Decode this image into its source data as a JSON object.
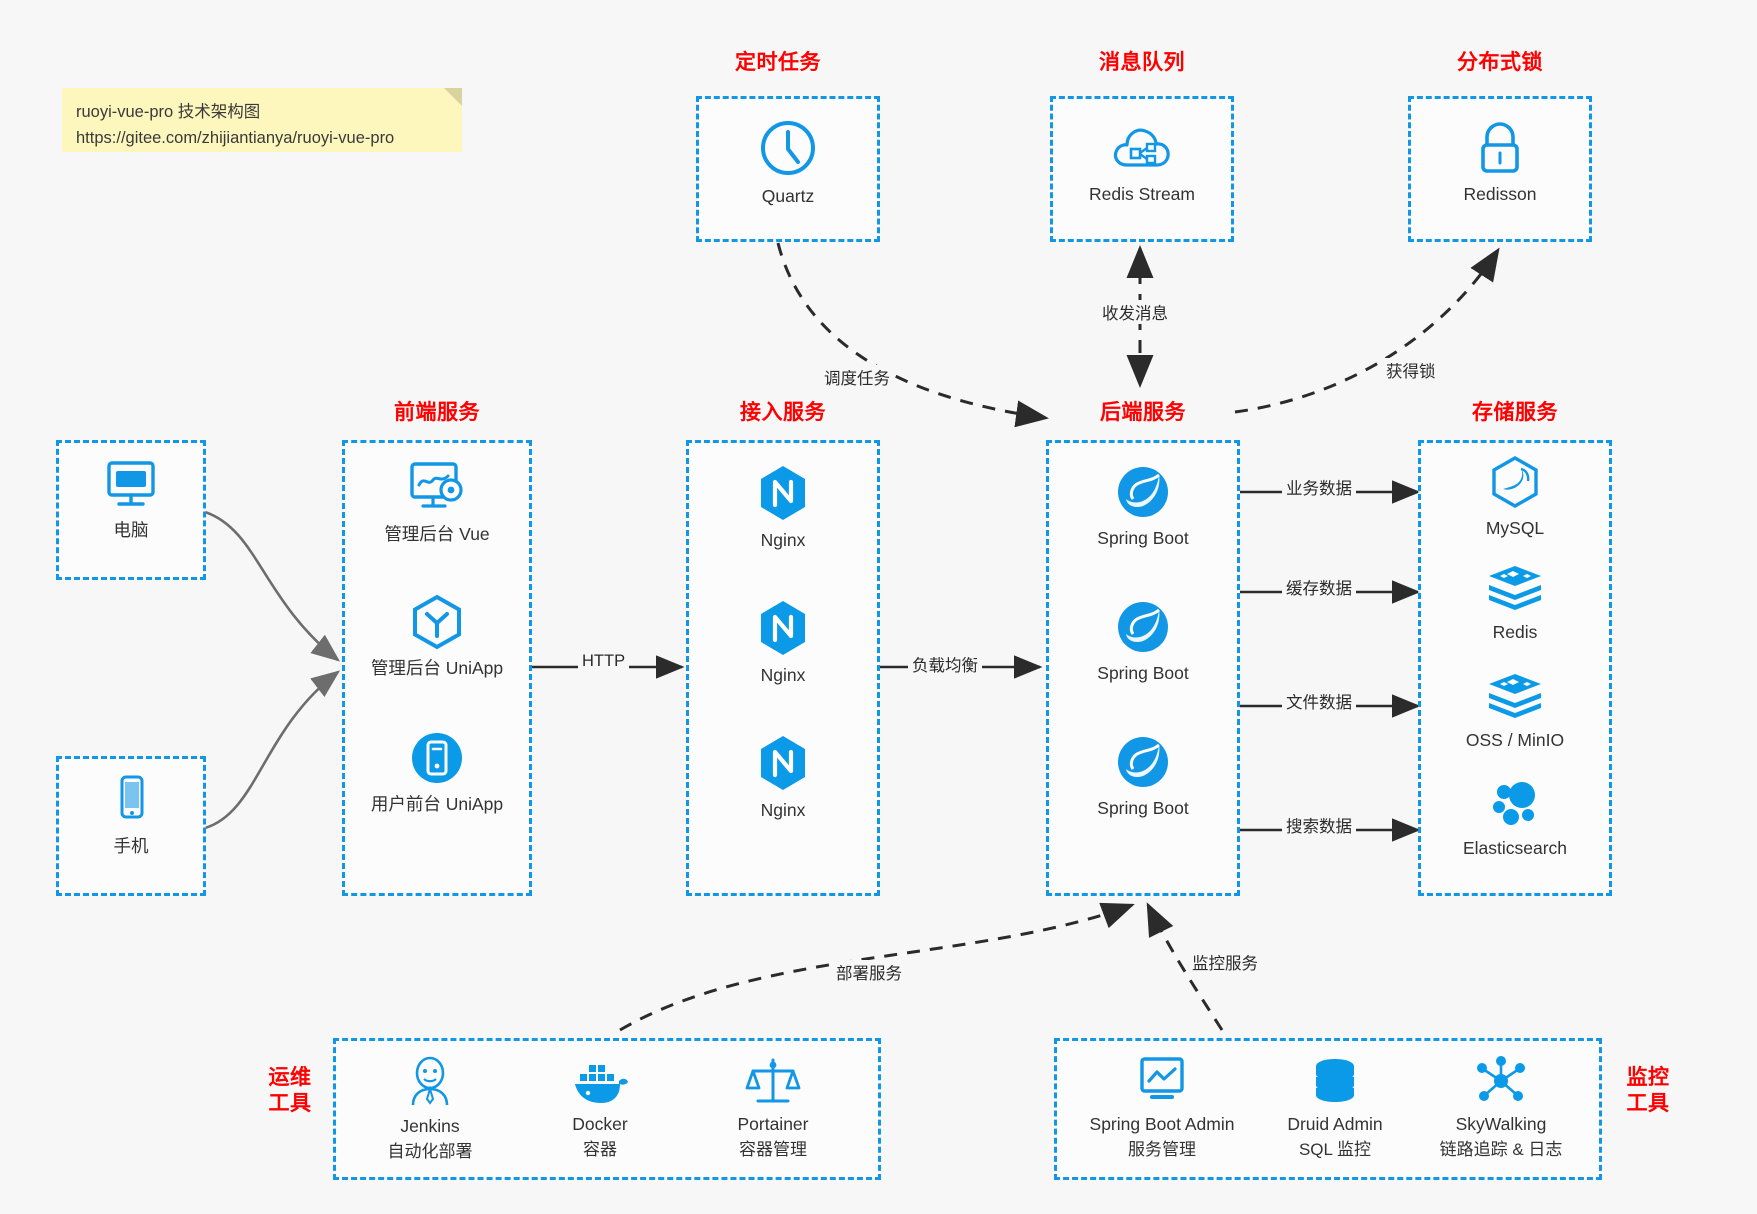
{
  "note": {
    "line1": "ruoyi-vue-pro 技术架构图",
    "line2": "https://gitee.com/zhijiantianya/ruoyi-vue-pro"
  },
  "groups": {
    "scheduler": {
      "title": "定时任务"
    },
    "mq": {
      "title": "消息队列"
    },
    "lock": {
      "title": "分布式锁"
    },
    "frontend": {
      "title": "前端服务"
    },
    "gateway": {
      "title": "接入服务"
    },
    "backend": {
      "title": "后端服务"
    },
    "storage": {
      "title": "存储服务"
    },
    "devops": {
      "title_line1": "运维",
      "title_line2": "工具"
    },
    "monitor": {
      "title_line1": "监控",
      "title_line2": "工具"
    }
  },
  "clients": [
    {
      "label": "电脑",
      "icon": "desktop-icon"
    },
    {
      "label": "手机",
      "icon": "mobile-icon"
    }
  ],
  "scheduler_nodes": [
    {
      "label": "Quartz",
      "icon": "clock-icon"
    }
  ],
  "mq_nodes": [
    {
      "label": "Redis Stream",
      "icon": "cloud-stream-icon"
    }
  ],
  "lock_nodes": [
    {
      "label": "Redisson",
      "icon": "padlock-icon"
    }
  ],
  "frontend_nodes": [
    {
      "label": "管理后台 Vue",
      "icon": "dashboard-gear-icon"
    },
    {
      "label": "管理后台 UniApp",
      "icon": "hexagon-cube-icon"
    },
    {
      "label": "用户前台 UniApp",
      "icon": "phone-circle-icon"
    }
  ],
  "gateway_nodes": [
    {
      "label": "Nginx",
      "icon": "nginx-icon"
    },
    {
      "label": "Nginx",
      "icon": "nginx-icon"
    },
    {
      "label": "Nginx",
      "icon": "nginx-icon"
    }
  ],
  "backend_nodes": [
    {
      "label": "Spring Boot",
      "icon": "spring-leaf-icon"
    },
    {
      "label": "Spring Boot",
      "icon": "spring-leaf-icon"
    },
    {
      "label": "Spring Boot",
      "icon": "spring-leaf-icon"
    }
  ],
  "storage_nodes": [
    {
      "label": "MySQL",
      "icon": "mysql-dolphin-icon"
    },
    {
      "label": "Redis",
      "icon": "redis-stack-icon"
    },
    {
      "label": "OSS / MinIO",
      "icon": "oss-stack-icon"
    },
    {
      "label": "Elasticsearch",
      "icon": "elasticsearch-icon"
    }
  ],
  "devops_nodes": [
    {
      "name": "Jenkins",
      "desc": "自动化部署",
      "icon": "jenkins-butler-icon"
    },
    {
      "name": "Docker",
      "desc": "容器",
      "icon": "docker-whale-icon"
    },
    {
      "name": "Portainer",
      "desc": "容器管理",
      "icon": "portainer-scale-icon"
    }
  ],
  "monitor_nodes": [
    {
      "name": "Spring Boot Admin",
      "desc": "服务管理",
      "icon": "monitor-chart-icon"
    },
    {
      "name": "Druid Admin",
      "desc": "SQL 监控",
      "icon": "database-cylinder-icon"
    },
    {
      "name": "SkyWalking",
      "desc": "链路追踪 & 日志",
      "icon": "skywalking-node-icon"
    }
  ],
  "edges": {
    "schedule_task": "调度任务",
    "send_receive_message": "收发消息",
    "acquire_lock": "获得锁",
    "http": "HTTP",
    "load_balance": "负载均衡",
    "business_data": "业务数据",
    "cache_data": "缓存数据",
    "file_data": "文件数据",
    "search_data": "搜索数据",
    "deploy_service": "部署服务",
    "monitor_service": "监控服务"
  },
  "colors": {
    "accent_blue": "#1296e6",
    "title_red": "#ff0000",
    "note_yellow": "#fdf7bd",
    "arrow_dark": "#2b2b2b",
    "background": "#f7f7f7"
  }
}
